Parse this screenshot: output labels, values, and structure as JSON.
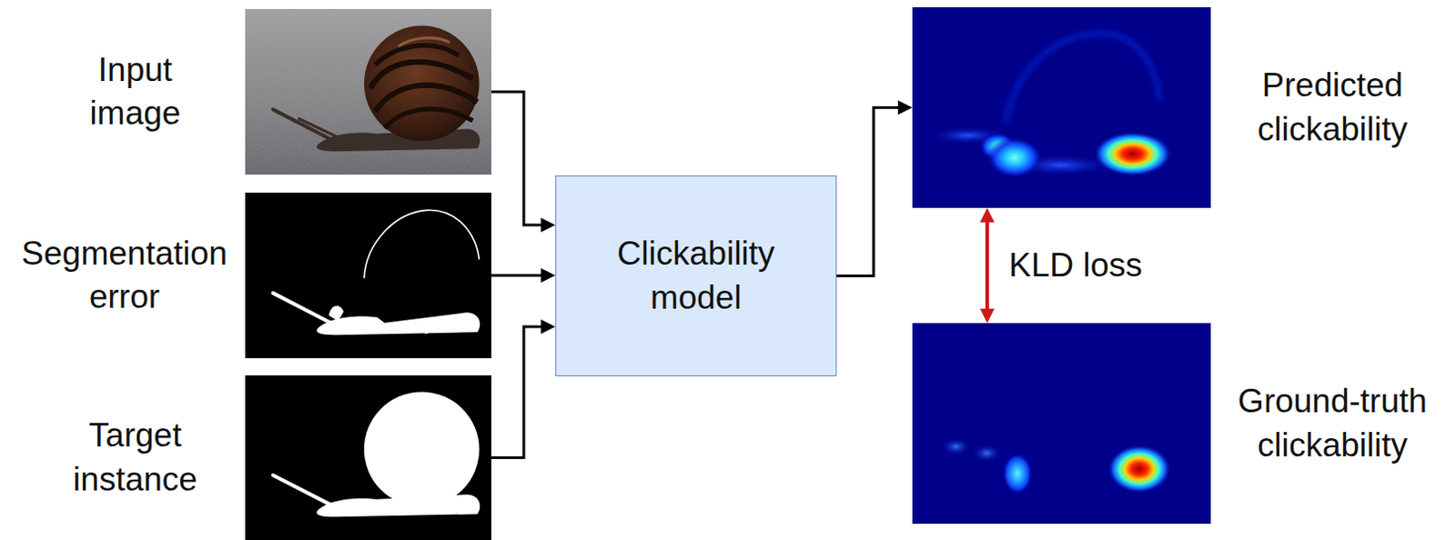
{
  "diagram": {
    "nodes": [
      {
        "text": [
          "Input image"
        ]
      },
      {
        "text": [
          "Segmentation error"
        ]
      },
      {
        "text": [
          "Target instance"
        ]
      },
      {
        "text": [
          "Clickability model"
        ]
      },
      {
        "text": [
          "Predicted clickability"
        ]
      },
      {
        "text": [
          "Ground-truth clickability"
        ]
      }
    ],
    "edges": [
      {
        "from": 0,
        "to": 3,
        "arrow": "to"
      },
      {
        "from": 1,
        "to": 3,
        "arrow": "to"
      },
      {
        "from": 2,
        "to": 3,
        "arrow": "to"
      },
      {
        "from": 3,
        "to": 4,
        "arrow": "to"
      },
      {
        "from": 4,
        "to": 5,
        "arrow": "both",
        "label": "KLD loss"
      }
    ]
  }
}
